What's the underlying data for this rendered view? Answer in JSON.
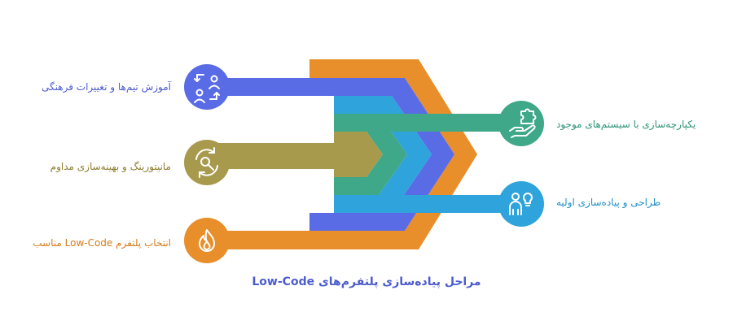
{
  "title": "مراحل پیاده‌سازی پلتفرم‌های Low-Code",
  "steps": [
    {
      "label": "آموزش تیم‌ها و تغییرات فرهنگی",
      "color": "#5a6be6",
      "icon": "people-swap-icon"
    },
    {
      "label": "یکپارچه‌سازی با سیستم‌های موجود",
      "color": "#3fa889",
      "icon": "hand-puzzle-icon"
    },
    {
      "label": "مانیتورینگ و بهینه‌سازی مداوم",
      "color": "#a89a4c",
      "icon": "monitoring-cycle-icon"
    },
    {
      "label": "طراحی و پیاده‌سازی اولیه",
      "color": "#2ea3dc",
      "icon": "person-bulb-icon"
    },
    {
      "label": "انتخاب پلتفرم Low-Code مناسب",
      "color": "#e88e2a",
      "icon": "flame-icon"
    }
  ]
}
